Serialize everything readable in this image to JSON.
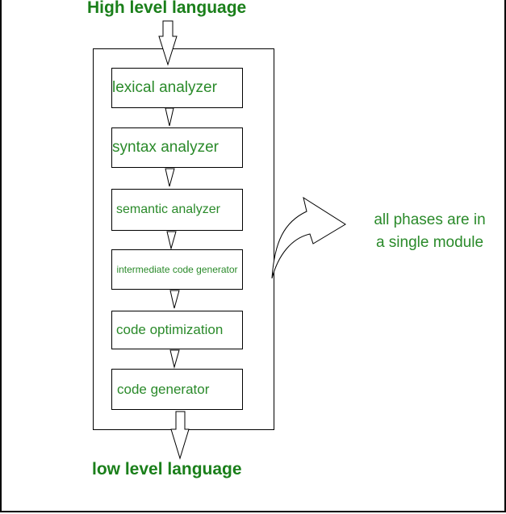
{
  "diagram": {
    "input_label": "High level language",
    "output_label": "low level language",
    "phases": [
      "lexical analyzer",
      "syntax analyzer",
      "semantic analyzer",
      "intermediate code generator",
      "code optimization",
      "code generator"
    ],
    "note": {
      "line1": "all phases are in",
      "line2": "a single module"
    }
  }
}
